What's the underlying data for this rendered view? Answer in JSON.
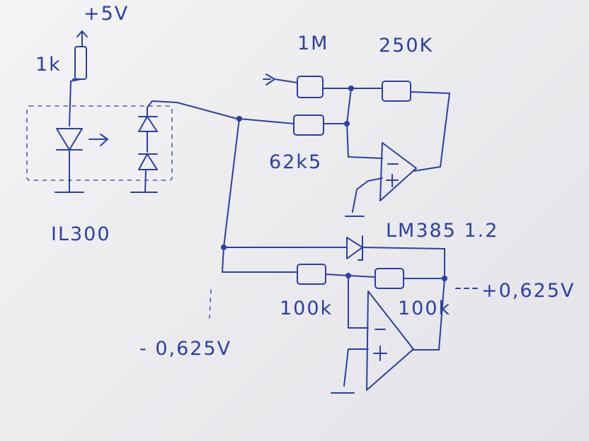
{
  "labels": {
    "supply": "+5V",
    "r_led": "1k",
    "r_in_top": "1M",
    "r_feedback_top": "250K",
    "r_in_mid": "62k5",
    "reference": "LM385 1.2",
    "r_in_bottom": "100k",
    "r_feedback_bottom": "100k",
    "out_positive": "+0,625V",
    "out_negative": "- 0,625V",
    "optocoupler": "IL300"
  },
  "ink_color": "#2b3fa6"
}
